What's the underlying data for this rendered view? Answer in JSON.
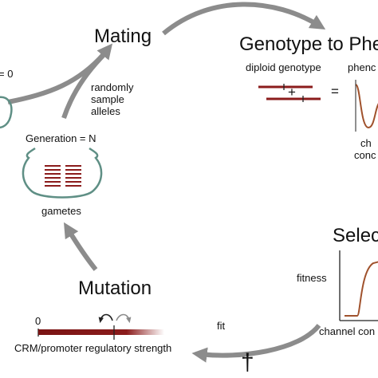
{
  "stages": {
    "mating": "Mating",
    "genotype_to_phenotype": "Genotype to Phe",
    "selection": "Selec",
    "mutation": "Mutation"
  },
  "labels": {
    "cut_left": "= 0",
    "random_sampling": [
      "randomly",
      "sample",
      "alleles"
    ],
    "generation": "Generation = N",
    "gametes": "gametes",
    "diploid_genotype": "diploid genotype",
    "plus": "+",
    "equals": "=",
    "phenotype_cut": "phenc",
    "channel_cut": [
      "ch",
      "conc"
    ],
    "fitness": "fitness",
    "channel_conc_cut": "channel con",
    "fit": "fit",
    "zero": "0",
    "crm_strength": "CRM/promoter regulatory strength",
    "dagger": "†"
  },
  "colors": {
    "arrow": "#8c8c8c",
    "cell_outline": "#5f8f85",
    "allele": "#8b1c1c",
    "curve": "#a0522d"
  }
}
